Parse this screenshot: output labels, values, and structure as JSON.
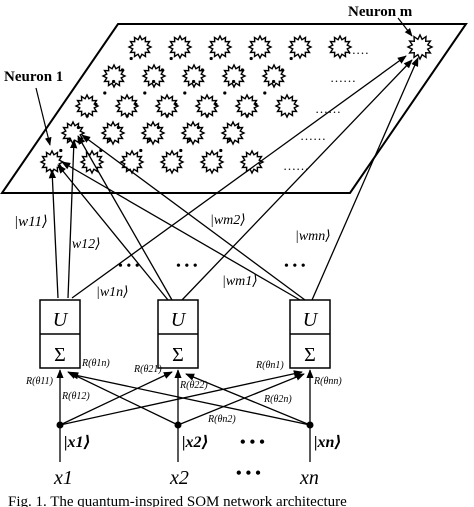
{
  "labels": {
    "neuron_m": "Neuron m",
    "neuron_1": "Neuron 1",
    "dots": "……",
    "ellipsis": "• • •"
  },
  "weights": {
    "w11": "|w11⟩",
    "w12": "|w12⟩",
    "w1n": "|w1n⟩",
    "wm2": "|wm2⟩",
    "wmn": "|wmn⟩",
    "wm1": "|wm1⟩"
  },
  "units": {
    "u": "U",
    "sigma": "Σ"
  },
  "rotations": {
    "r11": "R(θ11)",
    "r1n": "R(θ1n)",
    "r12": "R(θ12)",
    "r21": "R(θ21)",
    "r22": "R(θ22)",
    "rn1": "R(θn1)",
    "rn2": "R(θn2)",
    "r2n": "R(θ2n)",
    "rnn": "R(θnn)"
  },
  "inputs": {
    "ket1": "|x1⟩",
    "ket2": "|x2⟩",
    "ketn": "|xn⟩",
    "x1": "x1",
    "x2": "x2",
    "xn": "xn"
  },
  "caption": "Fig. 1. The quantum-inspired SOM network architecture"
}
